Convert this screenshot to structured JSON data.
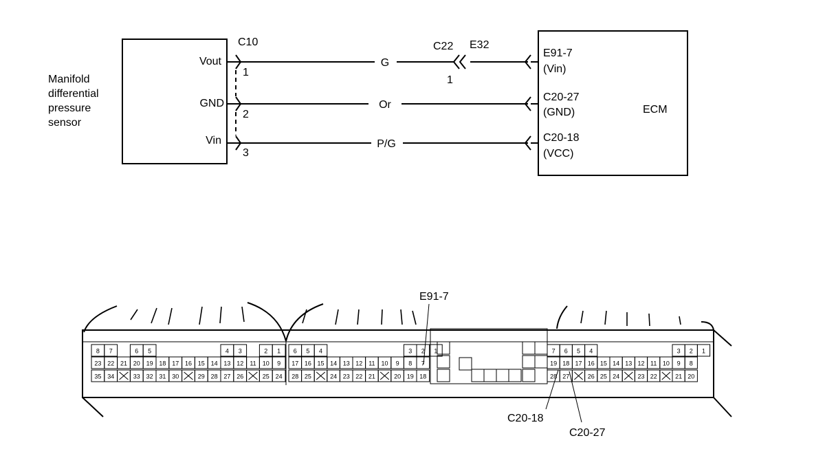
{
  "sensor": {
    "name_lines": [
      "Manifold",
      "differential",
      "pressure",
      "sensor"
    ],
    "pins": [
      "Vout",
      "GND",
      "Vin"
    ]
  },
  "connector_c10": {
    "label": "C10",
    "pins": [
      "1",
      "2",
      "3"
    ]
  },
  "inline_connector": {
    "labels": [
      "C22",
      "E32"
    ],
    "pin": "1"
  },
  "wires": [
    "G",
    "Or",
    "P/G"
  ],
  "ecm": {
    "label": "ECM",
    "terminals": [
      {
        "id": "E91-7",
        "signal": "(Vin)"
      },
      {
        "id": "C20-27",
        "signal": "(GND)"
      },
      {
        "id": "C20-18",
        "signal": "(VCC)"
      }
    ]
  },
  "connector_view": {
    "callouts": [
      "E91-7",
      "C20-18",
      "C20-27"
    ],
    "block1": {
      "row1": [
        "8",
        "7",
        "",
        "6",
        "5",
        "",
        "",
        "",
        "",
        "",
        "4",
        "3",
        "",
        "2",
        "1"
      ],
      "row2": [
        "23",
        "22",
        "21",
        "20",
        "19",
        "18",
        "17",
        "16",
        "15",
        "14",
        "13",
        "12",
        "11",
        "10",
        "9"
      ],
      "row3": [
        "35",
        "34",
        "X",
        "33",
        "32",
        "31",
        "30",
        "X",
        "29",
        "28",
        "27",
        "26",
        "X",
        "25",
        "24"
      ]
    },
    "block2": {
      "row1": [
        "6",
        "5",
        "4",
        "",
        "",
        "",
        "",
        "",
        "",
        "3",
        "2",
        "1"
      ],
      "row2": [
        "17",
        "16",
        "15",
        "14",
        "13",
        "12",
        "11",
        "10",
        "9",
        "8",
        "7"
      ],
      "row3": [
        "28",
        "25",
        "X",
        "24",
        "23",
        "22",
        "21",
        "X",
        "20",
        "19",
        "18"
      ]
    },
    "block3": {
      "row1": [
        "7",
        "6",
        "5",
        "4",
        "",
        "",
        "",
        "",
        "",
        "",
        "3",
        "2",
        "1"
      ],
      "row2": [
        "19",
        "18",
        "17",
        "16",
        "15",
        "14",
        "13",
        "12",
        "11",
        "10",
        "9",
        "8"
      ],
      "row3": [
        "28",
        "27",
        "X",
        "26",
        "25",
        "24",
        "X",
        "23",
        "22",
        "X",
        "21",
        "20"
      ]
    }
  }
}
